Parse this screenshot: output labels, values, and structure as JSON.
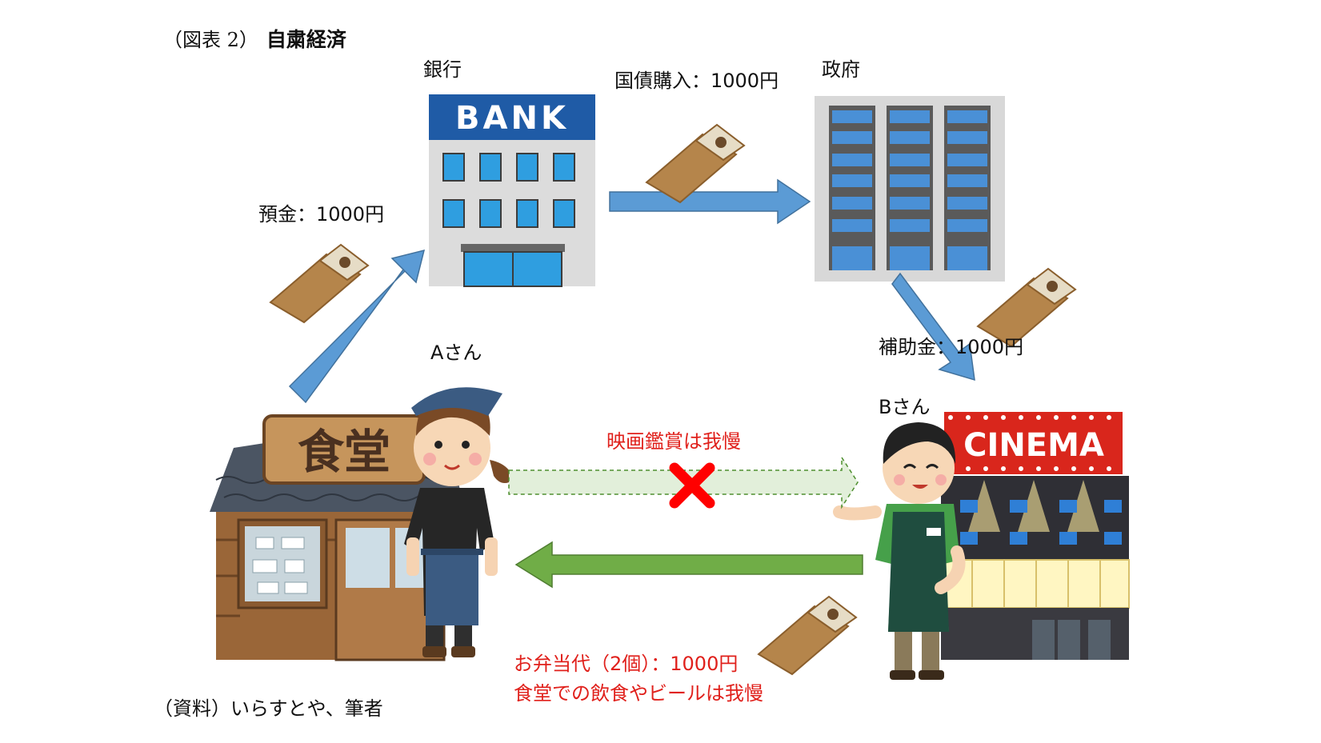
{
  "title": {
    "prefix": "（図表 2）",
    "main": "自粛経済"
  },
  "nodes": {
    "bank": {
      "label": "銀行",
      "sign": "BANK"
    },
    "government": {
      "label": "政府"
    },
    "person_a": {
      "label": "Aさん",
      "shop_sign": "食堂"
    },
    "person_b": {
      "label": "Bさん",
      "shop_sign": "CINEMA"
    }
  },
  "flows": {
    "deposit": "預金：1000円",
    "bond_purchase": "国債購入：1000円",
    "subsidy": "補助金：1000円",
    "movie": "映画鑑賞は我慢",
    "bento_line1": "お弁当代（2個）：1000円",
    "bento_line2": "食堂での飲食やビールは我慢"
  },
  "source": "（資料）いらすとや、筆者",
  "colors": {
    "blue_arrow": "#5b9bd5",
    "green_arrow": "#70ad47",
    "dashed_arrow_fill": "#e2efda",
    "cross": "#ff0000",
    "red_text": "#e0201b",
    "envelope": "#b5854b"
  }
}
